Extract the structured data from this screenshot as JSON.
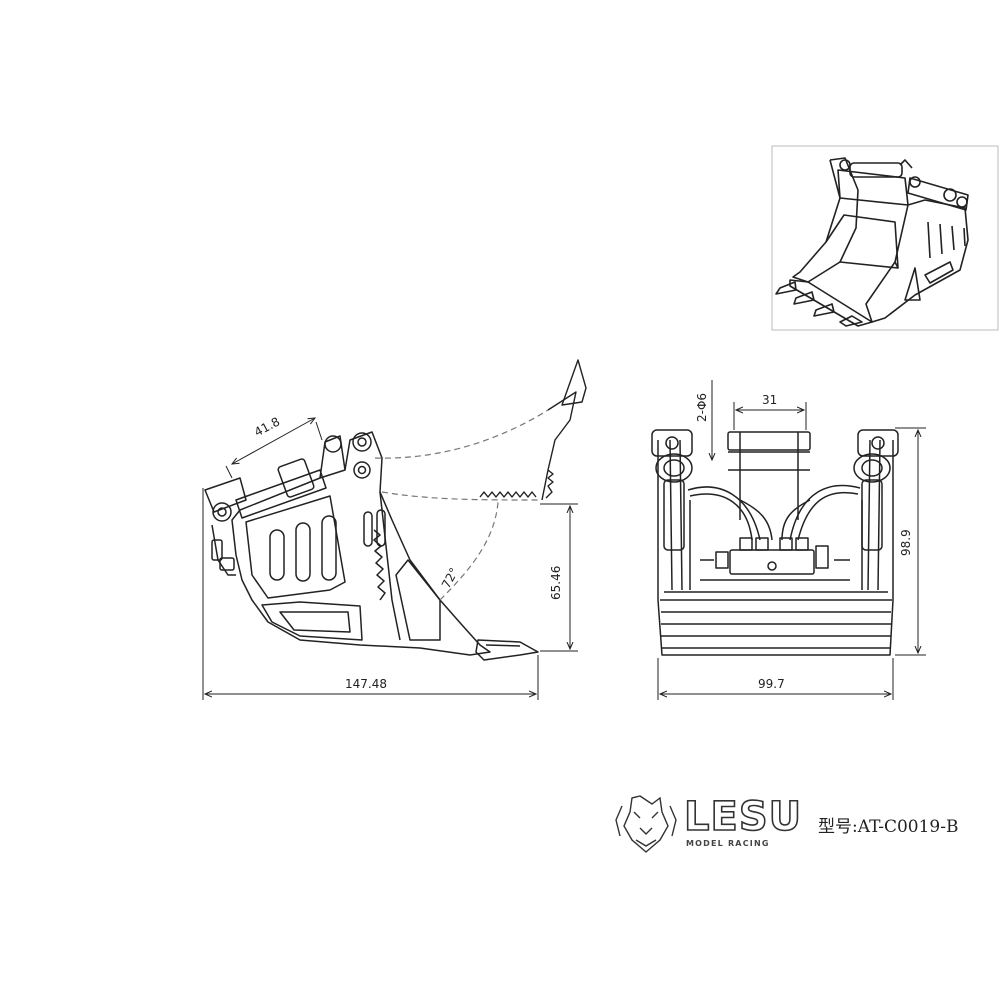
{
  "dimensions": {
    "side_top_width": "41.8",
    "side_height": "65.46",
    "side_length": "147.48",
    "angle": "72°",
    "pin_spec": "2-Φ6",
    "front_inner_width": "31",
    "front_height": "98.9",
    "front_width": "99.7"
  },
  "branding": {
    "logo_text": "LESU",
    "logo_subtext": "MODEL RACING",
    "model_number": "型号:AT-C0019-B"
  },
  "colors": {
    "line": "#222222",
    "dash": "#777777",
    "frame": "#cccccc"
  }
}
